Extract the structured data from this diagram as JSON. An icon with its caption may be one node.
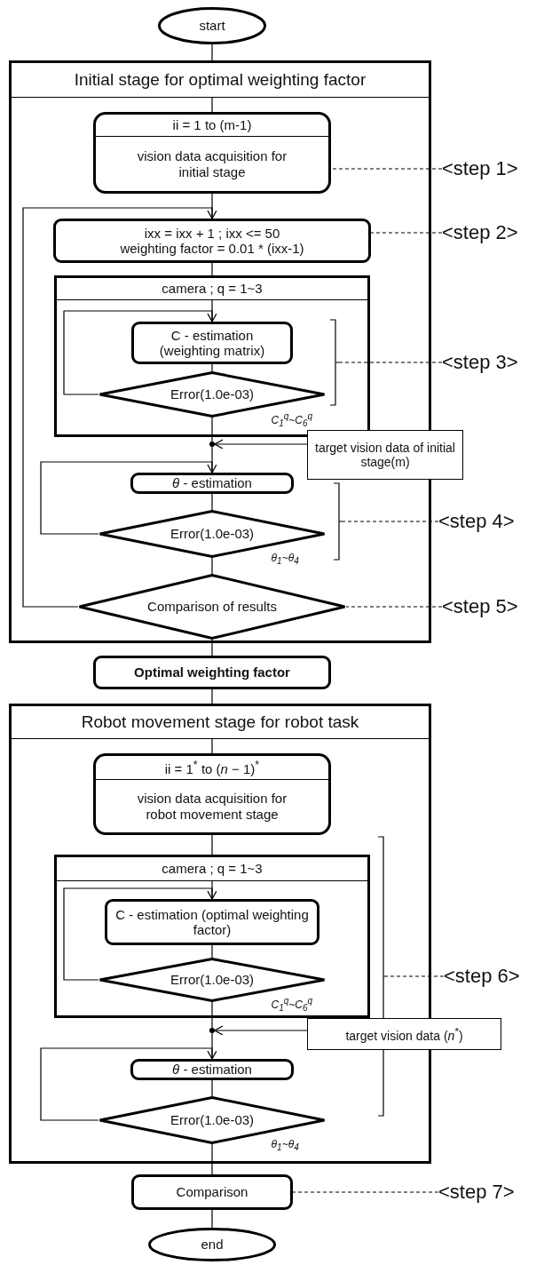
{
  "diagram": {
    "nodes": [
      {
        "text": [
          "start"
        ]
      },
      {
        "text": [],
        "shape": "box"
      },
      {
        "text": [
          "Initial stage for optimal weighting factor"
        ],
        "in": 1
      },
      {
        "text": [
          "ii = 1 to (m-1)",
          "vision data acquisition for initial stage"
        ],
        "in": 1
      },
      {
        "text": [
          "ixx = ixx + 1 ; ixx <= 50",
          "weighting factor = 0.01 * (ixx-1)"
        ],
        "in": 1
      },
      {
        "text": [],
        "shape": "box",
        "in": 1
      },
      {
        "text": [
          "camera ; q = 1~3"
        ],
        "in": 5
      },
      {
        "text": [
          "C - estimation (weighting matrix)"
        ],
        "in": 5
      },
      {
        "text": [
          "Error(1.0e-03)"
        ],
        "in": 5,
        "beside": [
          "C$_{1}$$^{q}$~C$_{6}$$^{q}$"
        ]
      },
      {
        "text": [],
        "shape": "circle",
        "in": 1
      },
      {
        "text": [
          "target vision data of initial stage(m)"
        ]
      },
      {
        "text": [
          "*θ* - estimation"
        ],
        "in": 1
      },
      {
        "text": [
          "Error(1.0e-03)"
        ],
        "in": 1,
        "beside": [
          "θ$_{1}$~θ$_{4}$"
        ]
      },
      {
        "text": [
          "Comparison of results"
        ],
        "in": 1
      },
      {
        "text": [
          "Optimal weighting factor"
        ]
      },
      {
        "text": [],
        "shape": "box"
      },
      {
        "text": [
          "Robot movement stage for robot task"
        ],
        "in": 15
      },
      {
        "text": [
          "ii = 1$^{*}$ to (*n* − 1)$^{*}$",
          "vision data acquisition for robot movement stage"
        ],
        "in": 15
      },
      {
        "text": [],
        "shape": "box",
        "in": 15
      },
      {
        "text": [
          "camera ; q = 1~3"
        ],
        "in": 18
      },
      {
        "text": [
          "C - estimation (optimal weighting factor)"
        ],
        "in": 18
      },
      {
        "text": [
          "Error(1.0e-03)"
        ],
        "in": 18,
        "beside": [
          "C$_{1}$$^{q}$~C$_{6}$$^{q}$"
        ]
      },
      {
        "text": [],
        "shape": "circle",
        "in": 15
      },
      {
        "text": [
          "target vision data (*n*$^{*}$)"
        ]
      },
      {
        "text": [
          "*θ* - estimation"
        ],
        "in": 15
      },
      {
        "text": [
          "Error(1.0e-03)"
        ],
        "in": 15,
        "beside": [
          "θ$_{1}$~θ$_{4}$"
        ]
      },
      {
        "text": [
          "Comparison"
        ]
      },
      {
        "text": [
          "end"
        ]
      },
      {
        "text": [
          "<step 1>"
        ]
      },
      {
        "text": [
          "<step 2>"
        ]
      },
      {
        "text": [
          "<step 3>"
        ]
      },
      {
        "text": [
          "<step 4>"
        ]
      },
      {
        "text": [
          "<step 5>"
        ]
      },
      {
        "text": [
          "<step 6>"
        ]
      },
      {
        "text": [
          "<step 7>"
        ]
      }
    ],
    "edges": [
      {
        "from": 0,
        "to": 1,
        "arrow": "none"
      },
      {
        "from": 2,
        "to": 3,
        "arrow": "none"
      },
      {
        "from": 3,
        "to": 4,
        "arrow": "none"
      },
      {
        "from": 4,
        "to": 5,
        "arrow": "none"
      },
      {
        "from": 6,
        "to": 7,
        "arrow": "none"
      },
      {
        "from": 7,
        "to": 8,
        "arrow": "none"
      },
      {
        "from": 8,
        "to": 7,
        "arrow": "to"
      },
      {
        "from": 8,
        "to": 9,
        "arrow": "none"
      },
      {
        "from": 10,
        "to": 9,
        "arrow": "to"
      },
      {
        "from": 9,
        "to": 11,
        "arrow": "none"
      },
      {
        "from": 11,
        "to": 12,
        "arrow": "none"
      },
      {
        "from": 12,
        "to": 11,
        "arrow": "to"
      },
      {
        "from": 12,
        "to": 13,
        "arrow": "none"
      },
      {
        "from": 13,
        "to": 4,
        "arrow": "to"
      },
      {
        "from": 13,
        "to": 14,
        "arrow": "none"
      },
      {
        "from": 14,
        "to": 15,
        "arrow": "none"
      },
      {
        "from": 16,
        "to": 17,
        "arrow": "none"
      },
      {
        "from": 17,
        "to": 18,
        "arrow": "none"
      },
      {
        "from": 19,
        "to": 20,
        "arrow": "none"
      },
      {
        "from": 20,
        "to": 21,
        "arrow": "none"
      },
      {
        "from": 21,
        "to": 20,
        "arrow": "to"
      },
      {
        "from": 21,
        "to": 22,
        "arrow": "none"
      },
      {
        "from": 23,
        "to": 22,
        "arrow": "to"
      },
      {
        "from": 22,
        "to": 24,
        "arrow": "none"
      },
      {
        "from": 24,
        "to": 25,
        "arrow": "none"
      },
      {
        "from": 25,
        "to": 24,
        "arrow": "to"
      },
      {
        "from": 25,
        "to": 26,
        "arrow": "none"
      },
      {
        "from": 26,
        "to": 27,
        "arrow": "none"
      },
      {
        "from": 28,
        "to": 3,
        "arrow": "none",
        "style": "dashed"
      },
      {
        "from": 29,
        "to": 4,
        "arrow": "none",
        "style": "dashed"
      },
      {
        "from": 30,
        "to": null,
        "arrow": "none",
        "style": "dashed"
      },
      {
        "from": 31,
        "to": null,
        "arrow": "none",
        "style": "dashed"
      },
      {
        "from": 32,
        "to": 13,
        "arrow": "none",
        "style": "dashed"
      },
      {
        "from": 33,
        "to": null,
        "arrow": "none",
        "style": "dashed"
      },
      {
        "from": 34,
        "to": 26,
        "arrow": "none",
        "style": "dashed"
      }
    ]
  }
}
